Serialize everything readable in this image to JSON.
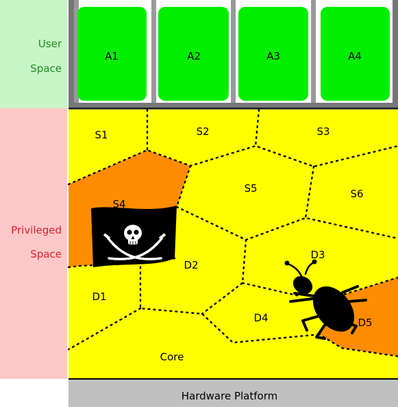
{
  "user_space": {
    "label_line1": "User",
    "label_line2": "Space"
  },
  "privileged_space": {
    "label_line1": "Privileged",
    "label_line2": "Space"
  },
  "apps": [
    {
      "label": "A1"
    },
    {
      "label": "A2"
    },
    {
      "label": "A3"
    },
    {
      "label": "A4"
    }
  ],
  "regions": {
    "s1": "S1",
    "s2": "S2",
    "s3": "S3",
    "s4": "S4",
    "s5": "S5",
    "s6": "S6",
    "d1": "D1",
    "d2": "D2",
    "d3": "D3",
    "d4": "D4",
    "d5": "D5",
    "core": "Core"
  },
  "hardware": {
    "label": "Hardware Platform"
  },
  "colors": {
    "user_bg": "#c8f5c8",
    "privileged_bg": "#ffc8c8",
    "kernel": "#ffff00",
    "compromised": "#ff8c00",
    "app": "#00ee00",
    "hardware": "#c0c0c0"
  },
  "icons": {
    "flag": "pirate-flag-icon",
    "bug": "bug-icon"
  }
}
